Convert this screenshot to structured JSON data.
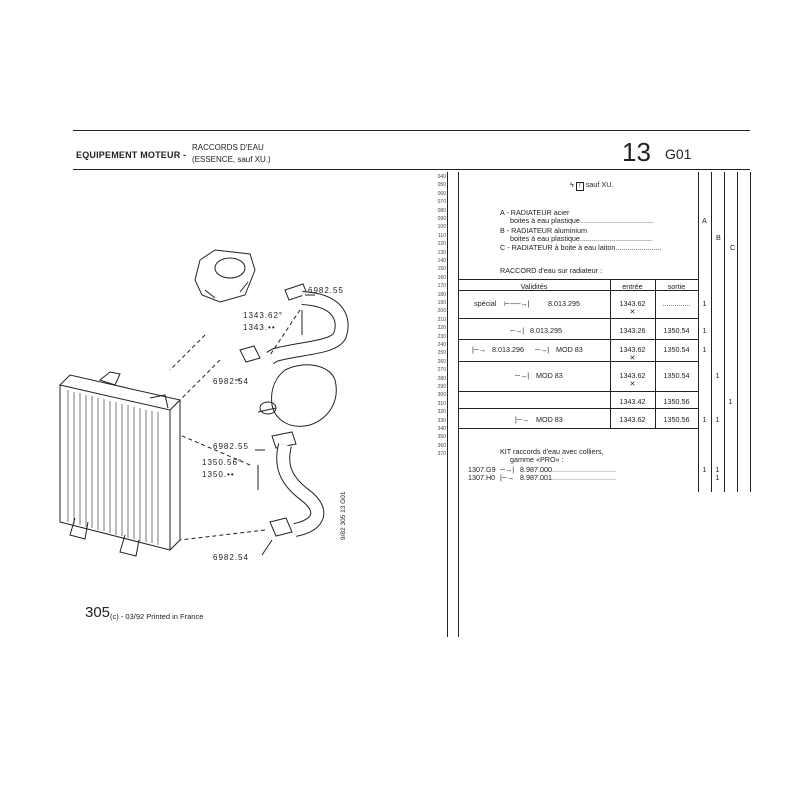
{
  "header": {
    "section": "EQUIPEMENT MOTEUR -",
    "subtitle_line1": "RACCORDS D'EAU",
    "subtitle_line2": "(ESSENCE, sauf XU.)",
    "page_number": "13",
    "page_code": "G01"
  },
  "line_numbers": [
    "040",
    "050",
    "060",
    "070",
    "080",
    "090",
    "100",
    "110",
    "120",
    "130",
    "140",
    "150",
    "160",
    "170",
    "180",
    "190",
    "200",
    "210",
    "220",
    "230",
    "240",
    "250",
    "260",
    "270",
    "280",
    "290",
    "300",
    "310",
    "320",
    "330",
    "340",
    "350",
    "360",
    "370"
  ],
  "content": {
    "intro": "sauf XU.",
    "radiator_a_1": "A - RADIATEUR acier",
    "radiator_a_2": "boites à eau plastique.....................................",
    "radiator_a_code": "A",
    "radiator_b_1": "B - RADIATEUR aluminium",
    "radiator_b_2": "boites à eau plastique....................................",
    "radiator_b_code": "B",
    "radiator_c_1": "C - RADIATEUR à boite à eau laiton.......................",
    "radiator_c_code": "C",
    "raccord_title": "RACCORD d'eau sur radiateur :",
    "col_validites": "Validités",
    "col_entree": "entrée",
    "col_sortie": "sortie",
    "rows": [
      {
        "validity": "spécial",
        "ref": "8.013.295",
        "entree": "1343.62",
        "sortie": "..............",
        "qa": "1",
        "qb": "",
        "qc": ""
      },
      {
        "validity": "",
        "ref": "8.013.295",
        "entree": "1343.26",
        "sortie": "1350.54",
        "qa": "1",
        "qb": "",
        "qc": ""
      },
      {
        "validity": "8.013.296",
        "ref": "MOD 83",
        "entree": "1343.62",
        "sortie": "1350.54",
        "qa": "1",
        "qb": "",
        "qc": ""
      },
      {
        "validity": "",
        "ref": "MOD 83",
        "entree": "1343.62",
        "sortie": "1350.54",
        "qa": "",
        "qb": "1",
        "qc": ""
      },
      {
        "validity": "",
        "ref": "",
        "entree": "1343.42",
        "sortie": "1350.56",
        "qa": "",
        "qb": "",
        "qc": "1"
      },
      {
        "validity": "",
        "ref": "MOD 83",
        "entree": "1343.62",
        "sortie": "1350.56",
        "qa": "1",
        "qb": "1",
        "qc": ""
      }
    ],
    "kit_title_1": "KIT raccords d'eau avec colliers,",
    "kit_title_2": "gamme «PRO» :",
    "kit_rows": [
      {
        "code": "1307.G9",
        "ref": "8.987.000",
        "qa": "1",
        "qb": "1"
      },
      {
        "code": "1307.H0",
        "ref": "8.987.001",
        "qa": "",
        "qb": "1"
      }
    ]
  },
  "diagram_labels": {
    "clamp_top": "6982.55",
    "hose_upper_1": "1343.62°",
    "hose_upper_2": "1343.••",
    "clamp_mid_left": "6982.54",
    "clamp_mid": "6982.55",
    "hose_lower_1": "1350.56°",
    "hose_lower_2": "1350.••",
    "clamp_bottom": "6982.54",
    "side_ref": "9/82 305 13 G01"
  },
  "footer": {
    "page": "305",
    "text": "(c) - 03/92 Printed in France"
  }
}
